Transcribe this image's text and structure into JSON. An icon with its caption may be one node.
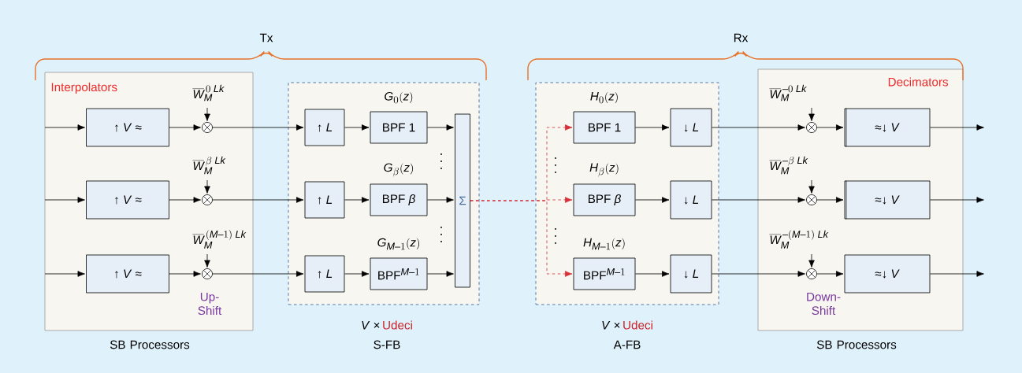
{
  "diagram": {
    "nodes": [
      {
        "text": [
          "Interpolators",
          "Up- Shift",
          "SB Processors"
        ]
      },
      {
        "text": [
          "↑ *V* ≈"
        ],
        "in": 0
      },
      {
        "text": [
          "↑ *V* ≈"
        ],
        "in": 0
      },
      {
        "text": [
          "↑ *V* ≈"
        ],
        "in": 0
      },
      {
        "text": [],
        "shape": "circle",
        "in": 0,
        "beside": [
          "\\overline{W}_{M}^{\\,0\\;Lk}"
        ]
      },
      {
        "text": [],
        "shape": "circle",
        "in": 0,
        "beside": [
          "\\overline{W}_{M}^{\\,\\beta\\;Lk}"
        ]
      },
      {
        "text": [],
        "shape": "circle",
        "in": 0,
        "beside": [
          "\\overline{W}_{M}^{\\,(M-1)\\;Lk}"
        ]
      },
      {
        "text": [
          "*V* ×",
          "Udeci",
          "S-FB"
        ]
      },
      {
        "text": [
          "↑ *L*"
        ],
        "in": 7
      },
      {
        "text": [
          "↑ *L*"
        ],
        "in": 7
      },
      {
        "text": [
          "↑ *L*"
        ],
        "in": 7
      },
      {
        "text": [
          "BPF 1"
        ],
        "in": 7,
        "beside": [
          "G_{0}(z)"
        ]
      },
      {
        "text": [
          "BPF *β*"
        ],
        "in": 7,
        "beside": [
          "G_{\\beta}(z)"
        ]
      },
      {
        "text": [
          "\\mathrm{BPF}^{M-1}"
        ],
        "in": 7,
        "beside": [
          "G_{M-1}(z)"
        ]
      },
      {
        "text": [
          "Σ"
        ],
        "in": 7
      },
      {
        "text": [
          "*V* ×",
          "Udeci",
          "A-FB"
        ]
      },
      {
        "text": [
          "BPF 1"
        ],
        "in": 15,
        "beside": [
          "H_{0}(z)"
        ]
      },
      {
        "text": [
          "BPF *β*"
        ],
        "in": 15,
        "beside": [
          "H_{\\beta}(z)"
        ]
      },
      {
        "text": [
          "\\mathrm{BPF}^{M-1}"
        ],
        "in": 15,
        "beside": [
          "H_{M-1}(z)"
        ]
      },
      {
        "text": [
          "↓ *L*"
        ],
        "in": 15
      },
      {
        "text": [
          "↓ *L*"
        ],
        "in": 15
      },
      {
        "text": [
          "↓ *L*"
        ],
        "in": 15
      },
      {
        "text": [
          "Decimators",
          "Down- Shift",
          "SB Processors"
        ]
      },
      {
        "text": [],
        "shape": "circle",
        "in": 22,
        "beside": [
          "\\overline{W}_{M}^{\\,-0\\;Lk}"
        ]
      },
      {
        "text": [],
        "shape": "circle",
        "in": 22,
        "beside": [
          "\\overline{W}_{M}^{\\,-\\beta\\;Lk}"
        ]
      },
      {
        "text": [],
        "shape": "circle",
        "in": 22,
        "beside": [
          "\\overline{W}_{M}^{\\,-(M-1)\\;Lk}"
        ]
      },
      {
        "text": [
          "≈↓ *V*"
        ],
        "in": 22
      },
      {
        "text": [
          "≈↓ *V*"
        ],
        "in": 22
      },
      {
        "text": [
          "≈↓ *V*"
        ],
        "in": 22
      }
    ],
    "edges": [
      {
        "from": null,
        "to": 1,
        "arrow": "to"
      },
      {
        "from": null,
        "to": 2,
        "arrow": "to"
      },
      {
        "from": null,
        "to": 3,
        "arrow": "to"
      },
      {
        "from": 1,
        "to": 4,
        "arrow": "to"
      },
      {
        "from": 2,
        "to": 5,
        "arrow": "to"
      },
      {
        "from": 3,
        "to": 6,
        "arrow": "to"
      },
      {
        "from": null,
        "to": 4,
        "arrow": "to"
      },
      {
        "from": null,
        "to": 5,
        "arrow": "to"
      },
      {
        "from": null,
        "to": 6,
        "arrow": "to"
      },
      {
        "from": 4,
        "to": 8,
        "arrow": "to"
      },
      {
        "from": 5,
        "to": 9,
        "arrow": "to"
      },
      {
        "from": 6,
        "to": 10,
        "arrow": "to"
      },
      {
        "from": 8,
        "to": 11,
        "arrow": "to"
      },
      {
        "from": 9,
        "to": 12,
        "arrow": "to"
      },
      {
        "from": 10,
        "to": 13,
        "arrow": "to"
      },
      {
        "from": 11,
        "to": 14,
        "arrow": "to"
      },
      {
        "from": 12,
        "to": 14,
        "arrow": "to"
      },
      {
        "from": 13,
        "to": 14,
        "arrow": "to"
      },
      {
        "from": 14,
        "to": 16,
        "arrow": "to",
        "style": "dashed",
        "color": "#d6303a"
      },
      {
        "from": 14,
        "to": 17,
        "arrow": "to",
        "style": "dashed",
        "color": "#d6303a"
      },
      {
        "from": 14,
        "to": 18,
        "arrow": "to",
        "style": "dashed",
        "color": "#d6303a"
      },
      {
        "from": 16,
        "to": 19,
        "arrow": "to"
      },
      {
        "from": 17,
        "to": 20,
        "arrow": "to"
      },
      {
        "from": 18,
        "to": 21,
        "arrow": "to"
      },
      {
        "from": 19,
        "to": 23,
        "arrow": "to"
      },
      {
        "from": 20,
        "to": 24,
        "arrow": "to"
      },
      {
        "from": 21,
        "to": 25,
        "arrow": "to"
      },
      {
        "from": null,
        "to": 23,
        "arrow": "to"
      },
      {
        "from": null,
        "to": 24,
        "arrow": "to"
      },
      {
        "from": null,
        "to": 25,
        "arrow": "to"
      },
      {
        "from": 23,
        "to": 26,
        "arrow": "to"
      },
      {
        "from": 24,
        "to": 27,
        "arrow": "to"
      },
      {
        "from": 25,
        "to": 28,
        "arrow": "to"
      },
      {
        "from": 26,
        "to": null,
        "arrow": "to"
      },
      {
        "from": 27,
        "to": null,
        "arrow": "to"
      },
      {
        "from": 28,
        "to": null,
        "arrow": "to"
      }
    ],
    "labels": [
      "Tx",
      "Rx"
    ]
  }
}
